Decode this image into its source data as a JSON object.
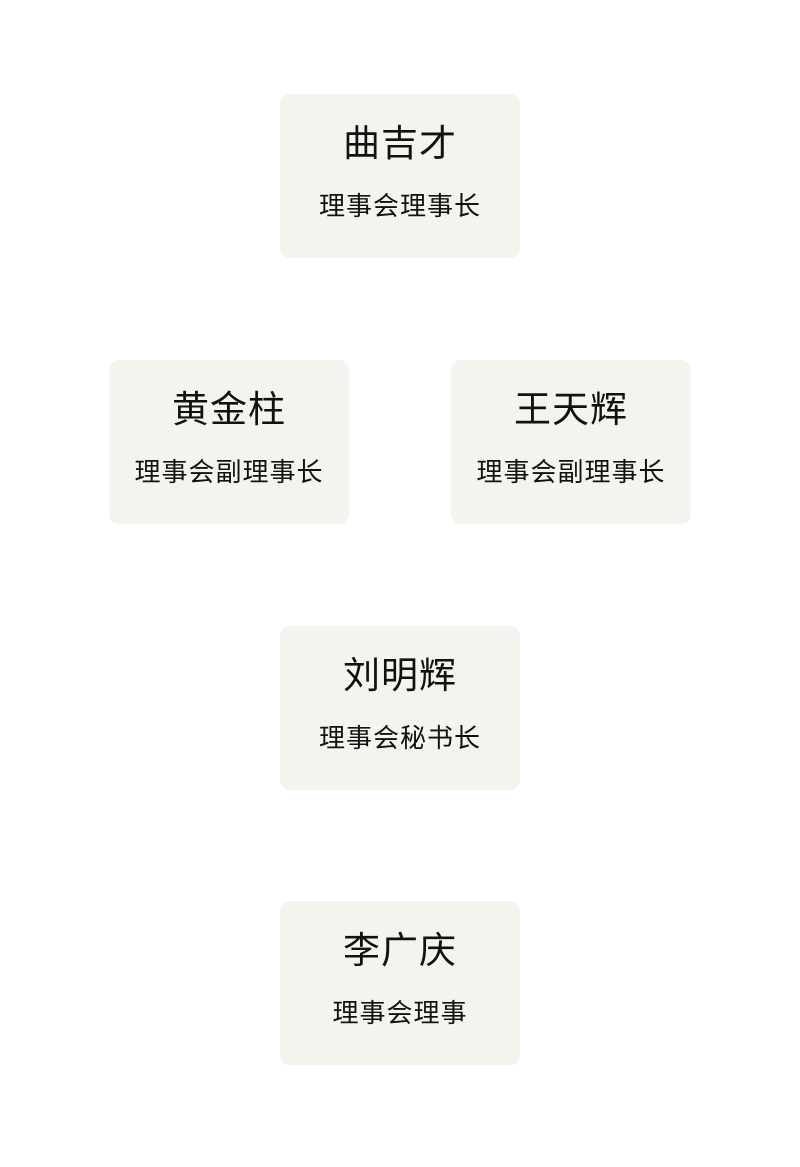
{
  "members": [
    {
      "name": "曲吉才",
      "title": "理事会理事长"
    },
    {
      "name": "黄金柱",
      "title": "理事会副理事长"
    },
    {
      "name": "王天辉",
      "title": "理事会副理事长"
    },
    {
      "name": "刘明辉",
      "title": "理事会秘书长"
    },
    {
      "name": "李广庆",
      "title": "理事会理事"
    }
  ],
  "colors": {
    "card_background": "#f4f3ee",
    "text": "#111111",
    "page_background": "#ffffff"
  }
}
